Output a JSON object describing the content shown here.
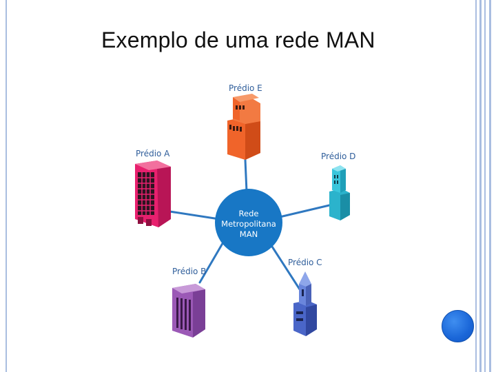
{
  "slide": {
    "title": "Exemplo de uma rede MAN"
  },
  "diagram": {
    "center": {
      "lines": [
        "Rede",
        "Metropolitana",
        "MAN"
      ],
      "color": "#1877c5"
    },
    "link_color": "#2f78c0",
    "buildings": [
      {
        "id": "a",
        "label": "Prédio A",
        "color": "#e8206e",
        "icon": "tall-pink-office-building-icon"
      },
      {
        "id": "b",
        "label": "Prédio B",
        "color": "#9b59b6",
        "icon": "purple-office-building-icon"
      },
      {
        "id": "c",
        "label": "Prédio C",
        "color": "#4a66c8",
        "icon": "blue-spire-tower-icon"
      },
      {
        "id": "d",
        "label": "Prédio D",
        "color": "#2bb3cc",
        "icon": "cyan-tower-icon"
      },
      {
        "id": "e",
        "label": "Prédio E",
        "color": "#f0642a",
        "icon": "orange-office-building-icon"
      }
    ]
  },
  "nav": {
    "icon": "blue-circle-icon",
    "color": "#1a66d8"
  }
}
